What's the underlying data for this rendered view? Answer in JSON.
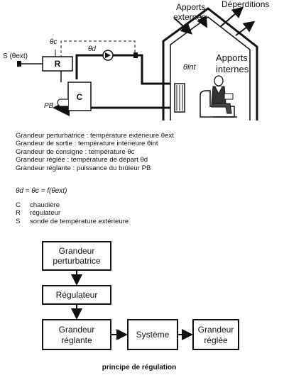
{
  "installation": {
    "labels": {
      "apports_externes": [
        "Apports",
        "externes"
      ],
      "deperditions": "Déperditions",
      "apports_internes": [
        "Apports",
        "internes"
      ],
      "theta_int": "θint",
      "theta_c": "θc",
      "theta_d": "θd",
      "sonde": "S (θext)",
      "regulateur": "R",
      "chaudiere": "C",
      "puissance": "PB"
    }
  },
  "definitions": [
    "Grandeur perturbatrice : température extérieure θext",
    "Grandeur de sortie : température intérieure θint",
    "Grandeur de consigne : température θc",
    "Grandeur réglée : température de départ θd",
    "Grandeur réglante : puissance du brûleur PB"
  ],
  "equation": "θd = θc = f(θext)",
  "legend": [
    {
      "key": "C",
      "value": "chaudière"
    },
    {
      "key": "R",
      "value": "régulateur"
    },
    {
      "key": "S",
      "value": "sonde de température extérieure"
    }
  ],
  "flowchart": {
    "boxes": {
      "perturbatrice": [
        "Grandeur",
        "perturbatrice"
      ],
      "regulateur": "Régulateur",
      "reglante": [
        "Grandeur",
        "réglante"
      ],
      "systeme": "Système",
      "reglee": [
        "Grandeur",
        "réglée"
      ]
    },
    "caption": "principe de régulation"
  }
}
